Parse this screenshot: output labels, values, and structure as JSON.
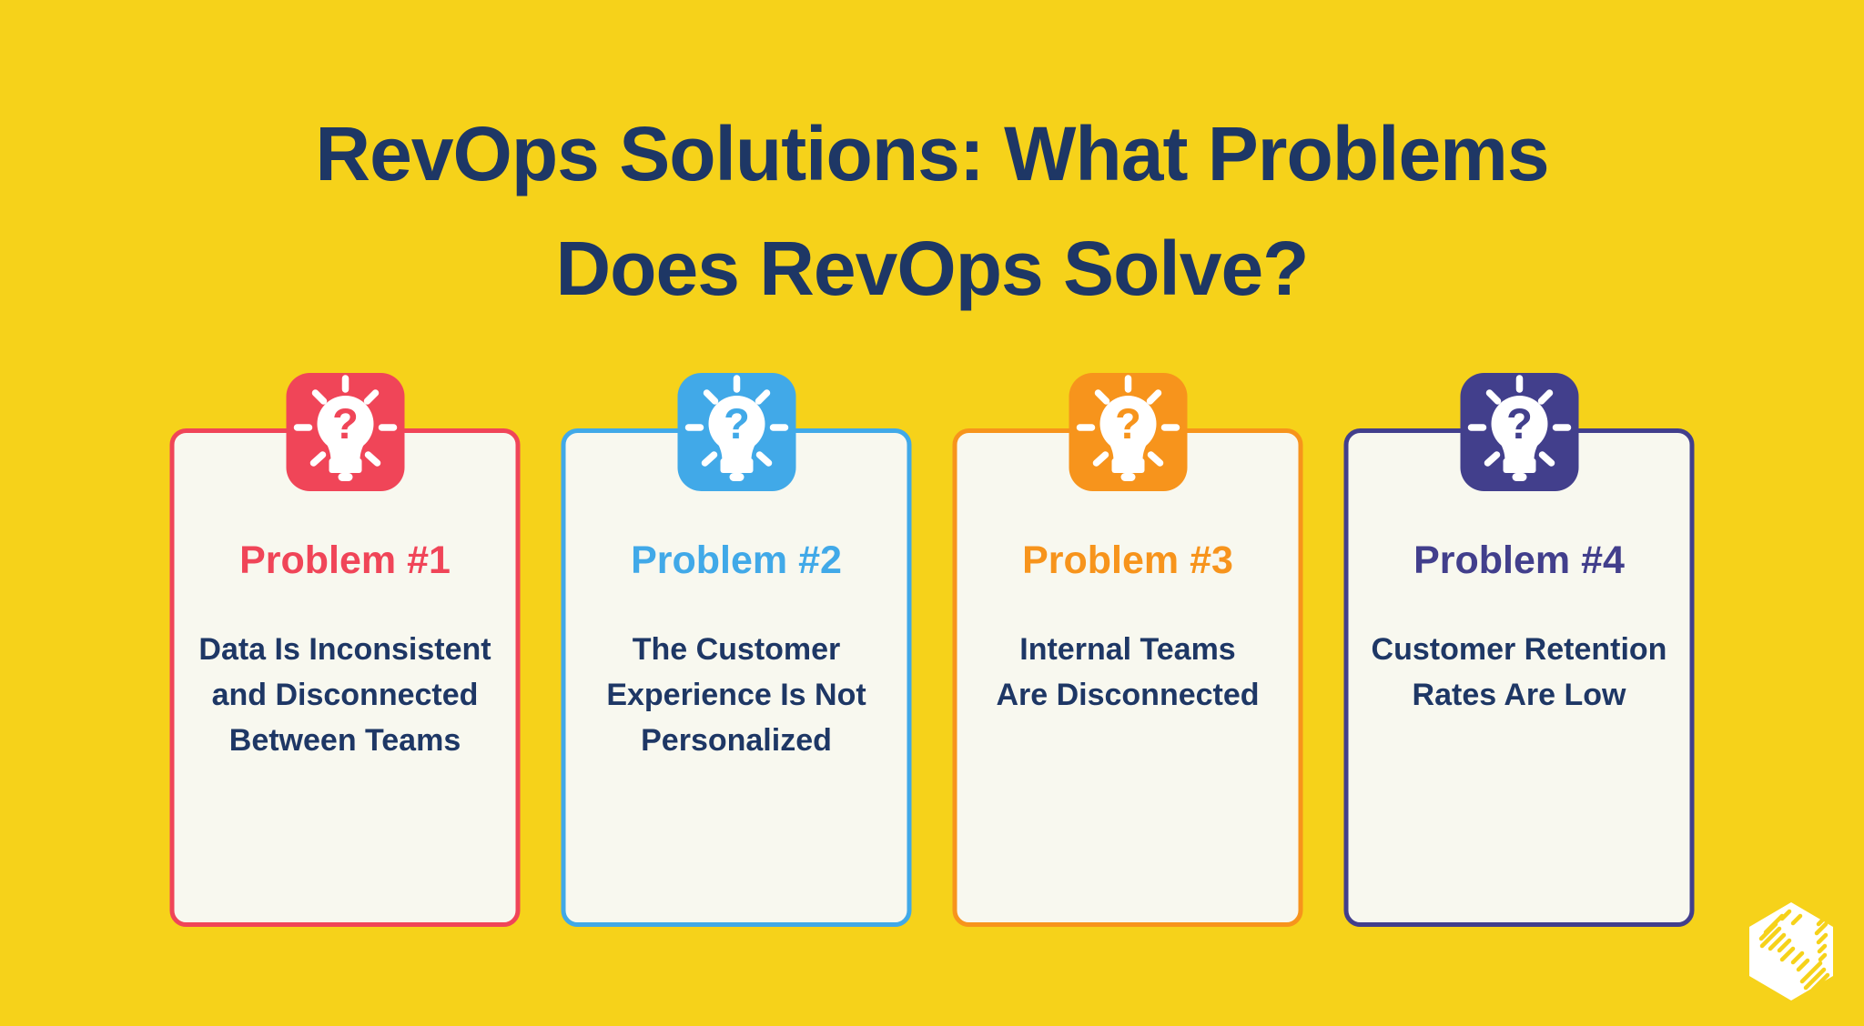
{
  "colors": {
    "bg_yellow": "#F6D21A",
    "navy": "#1E3765",
    "card_bg": "#F8F8EF",
    "icon_art": "#FFFFFF"
  },
  "title": {
    "text": "RevOps Solutions: What Problems\nDoes RevOps Solve?"
  },
  "icon": {
    "name": "lightbulb-question",
    "glyph": "?"
  },
  "cards": [
    {
      "heading": "Problem #1",
      "body": "Data Is Inconsistent\nand Disconnected\nBetween Teams",
      "accent": "#F04558"
    },
    {
      "heading": "Problem #2",
      "body": "The Customer\nExperience Is Not\nPersonalized",
      "accent": "#41A9E8"
    },
    {
      "heading": "Problem #3",
      "body": "Internal Teams\nAre Disconnected",
      "accent": "#F7941C"
    },
    {
      "heading": "Problem #4",
      "body": "Customer Retention\nRates Are Low",
      "accent": "#423F8C"
    }
  ],
  "logo": {
    "name": "hexagon-stripes-logo"
  }
}
